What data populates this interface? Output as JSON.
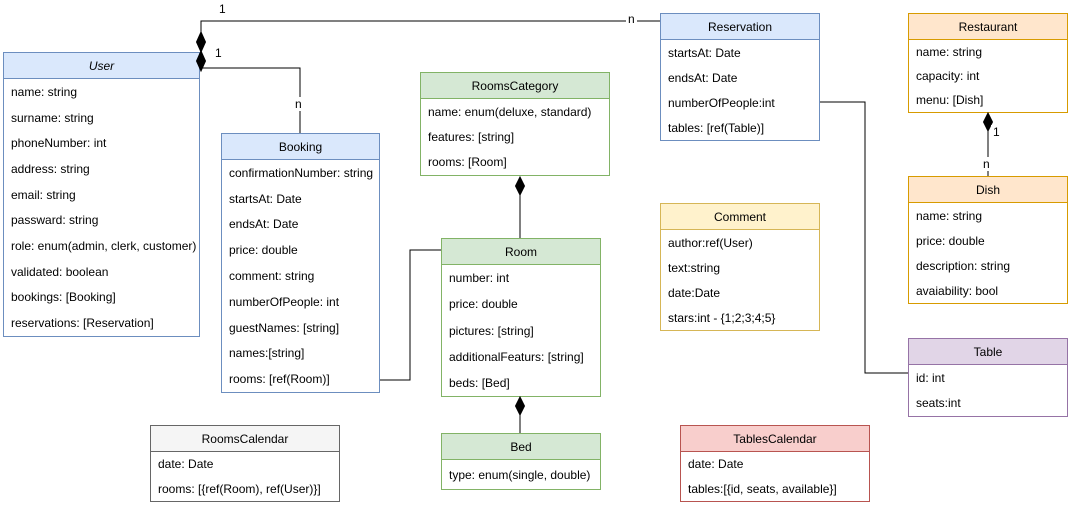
{
  "diagram": {
    "type": "uml-class-diagram",
    "classes": {
      "user": {
        "title": "User",
        "abstract": true,
        "scheme": "blue",
        "attrs": [
          "name: string",
          "surname: string",
          "phoneNumber: int",
          "address: string",
          "email: string",
          "passward: string",
          "role: enum(admin, clerk, customer)",
          "validated: boolean",
          "bookings: [Booking]",
          "reservations: [Reservation]"
        ]
      },
      "booking": {
        "title": "Booking",
        "scheme": "blue",
        "attrs": [
          "confirmationNumber: string",
          "startsAt: Date",
          "endsAt: Date",
          "price: double",
          "comment: string",
          "numberOfPeople: int",
          "guestNames: [string]",
          "names:[string]",
          "rooms: [ref(Room)]"
        ]
      },
      "rooms_category": {
        "title": "RoomsCategory",
        "scheme": "green",
        "attrs": [
          "name: enum(deluxe, standard)",
          "features: [string]",
          "rooms: [Room]"
        ]
      },
      "room": {
        "title": "Room",
        "scheme": "green",
        "attrs": [
          "number: int",
          "price: double",
          "pictures: [string]",
          "additionalFeaturs: [string]",
          "beds: [Bed]"
        ]
      },
      "bed": {
        "title": "Bed",
        "scheme": "green",
        "attrs": [
          "type: enum(single, double)"
        ]
      },
      "reservation": {
        "title": "Reservation",
        "scheme": "blue",
        "attrs": [
          "startsAt: Date",
          "endsAt: Date",
          "numberOfPeople:int",
          "tables: [ref(Table)]"
        ]
      },
      "comment": {
        "title": "Comment",
        "scheme": "yellow",
        "attrs": [
          "author:ref(User)",
          "text:string",
          "date:Date",
          "stars:int - {1;2;3;4;5}"
        ]
      },
      "restaurant": {
        "title": "Restaurant",
        "scheme": "orange",
        "attrs": [
          "name: string",
          "capacity: int",
          "menu: [Dish]"
        ]
      },
      "dish": {
        "title": "Dish",
        "scheme": "orange",
        "attrs": [
          "name: string",
          "price: double",
          "description: string",
          "avaiability: bool"
        ]
      },
      "table": {
        "title": "Table",
        "scheme": "purple",
        "attrs": [
          "id: int",
          "seats:int"
        ]
      },
      "rooms_calendar": {
        "title": "RoomsCalendar",
        "scheme": "gray",
        "attrs": [
          "date: Date",
          "rooms: [{ref(Room), ref(User)}]"
        ]
      },
      "tables_calendar": {
        "title": "TablesCalendar",
        "scheme": "red",
        "attrs": [
          "date: Date",
          "tables:[{id, seats, available}]"
        ]
      }
    },
    "edges": {
      "user_reservation": {
        "kind": "composition",
        "source_label": "1",
        "target_label": "n"
      },
      "user_booking": {
        "kind": "composition",
        "source_label": "1",
        "target_label": "n"
      },
      "restaurant_dish": {
        "kind": "composition",
        "source_label": "1",
        "target_label": "n"
      },
      "roomscategory_room": {
        "kind": "composition"
      },
      "room_bed": {
        "kind": "composition"
      },
      "booking_room": {
        "kind": "association"
      },
      "reservation_table": {
        "kind": "association"
      }
    },
    "icons": {
      "composition_diamond_icon": "◆"
    },
    "palette": {
      "blue_fill": "#dae8fc",
      "blue_stroke": "#6c8ebf",
      "green_fill": "#d5e8d4",
      "green_stroke": "#82b366",
      "yellow_fill": "#fff2cc",
      "yellow_stroke": "#d6b656",
      "orange_fill": "#ffe6cc",
      "orange_stroke": "#d79b00",
      "purple_fill": "#e1d5e7",
      "purple_stroke": "#9673a6",
      "gray_fill": "#f5f5f5",
      "gray_stroke": "#666666",
      "red_fill": "#f8cecc",
      "red_stroke": "#b85450",
      "edge_color": "#000000",
      "text_color": "#000000",
      "background": "#ffffff"
    }
  }
}
